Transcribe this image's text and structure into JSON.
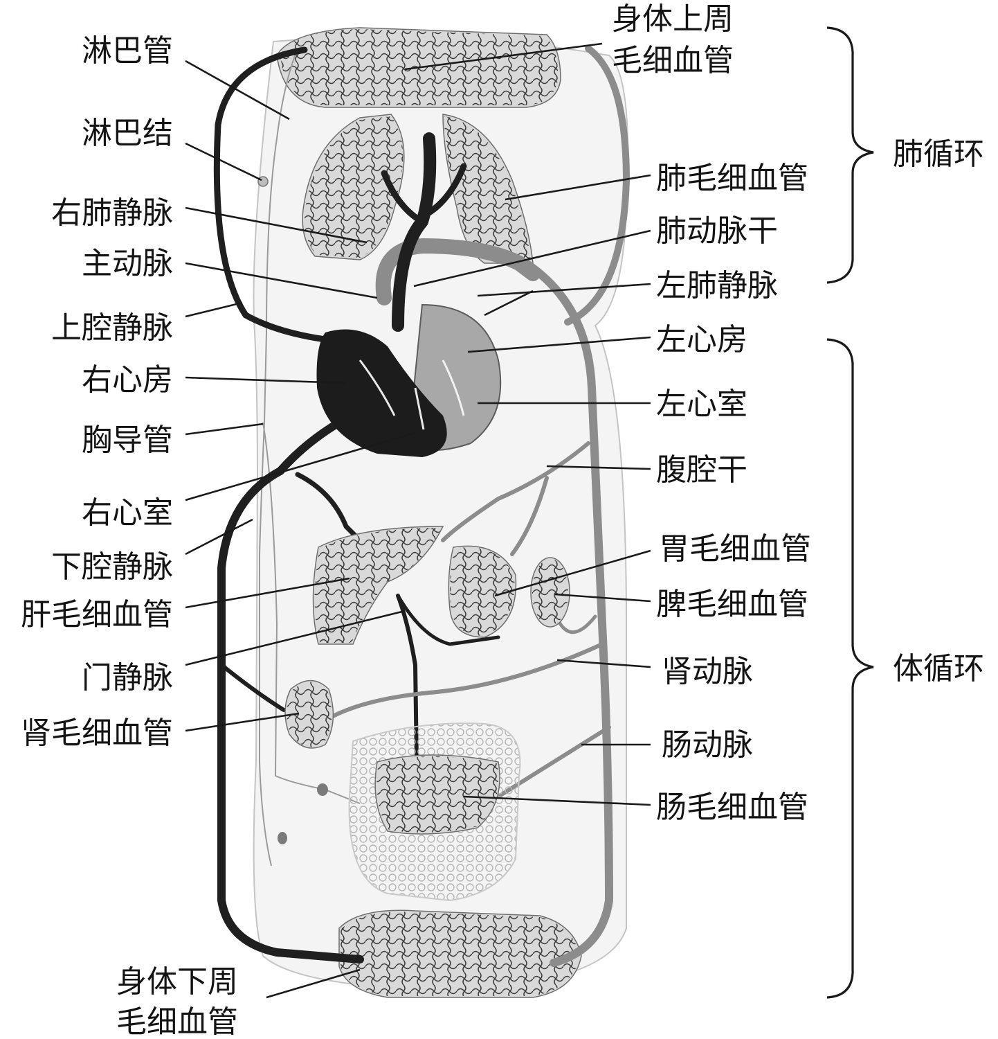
{
  "labels": {
    "upper_capillaries_line1": "身体上周",
    "upper_capillaries_line2": "毛细血管",
    "lymph_vessel": "淋巴管",
    "lymph_node": "淋巴结",
    "right_pulmonary_vein": "右肺静脉",
    "aorta": "主动脉",
    "superior_vena_cava": "上腔静脉",
    "right_atrium": "右心房",
    "thoracic_duct": "胸导管",
    "right_ventricle": "右心室",
    "inferior_vena_cava": "下腔静脉",
    "liver_capillaries": "肝毛细血管",
    "portal_vein": "门静脉",
    "kidney_capillaries": "肾毛细血管",
    "lower_capillaries_line1": "身体下周",
    "lower_capillaries_line2": "毛细血管",
    "lung_capillaries": "肺毛细血管",
    "pulmonary_trunk": "肺动脉干",
    "left_pulmonary_vein": "左肺静脉",
    "left_atrium": "左心房",
    "left_ventricle": "左心室",
    "celiac_trunk": "腹腔干",
    "stomach_capillaries": "胃毛细血管",
    "spleen_capillaries": "脾毛细血管",
    "renal_artery": "肾动脉",
    "intestinal_artery": "肠动脉",
    "intestinal_capillaries": "肠毛细血管"
  },
  "groups": {
    "pulmonary_circulation": "肺循环",
    "systemic_circulation": "体循环"
  },
  "colors": {
    "vein": "#1f1f1f",
    "artery": "#8c8c8c",
    "tissue": "#d9d9d9",
    "text": "#141414"
  }
}
